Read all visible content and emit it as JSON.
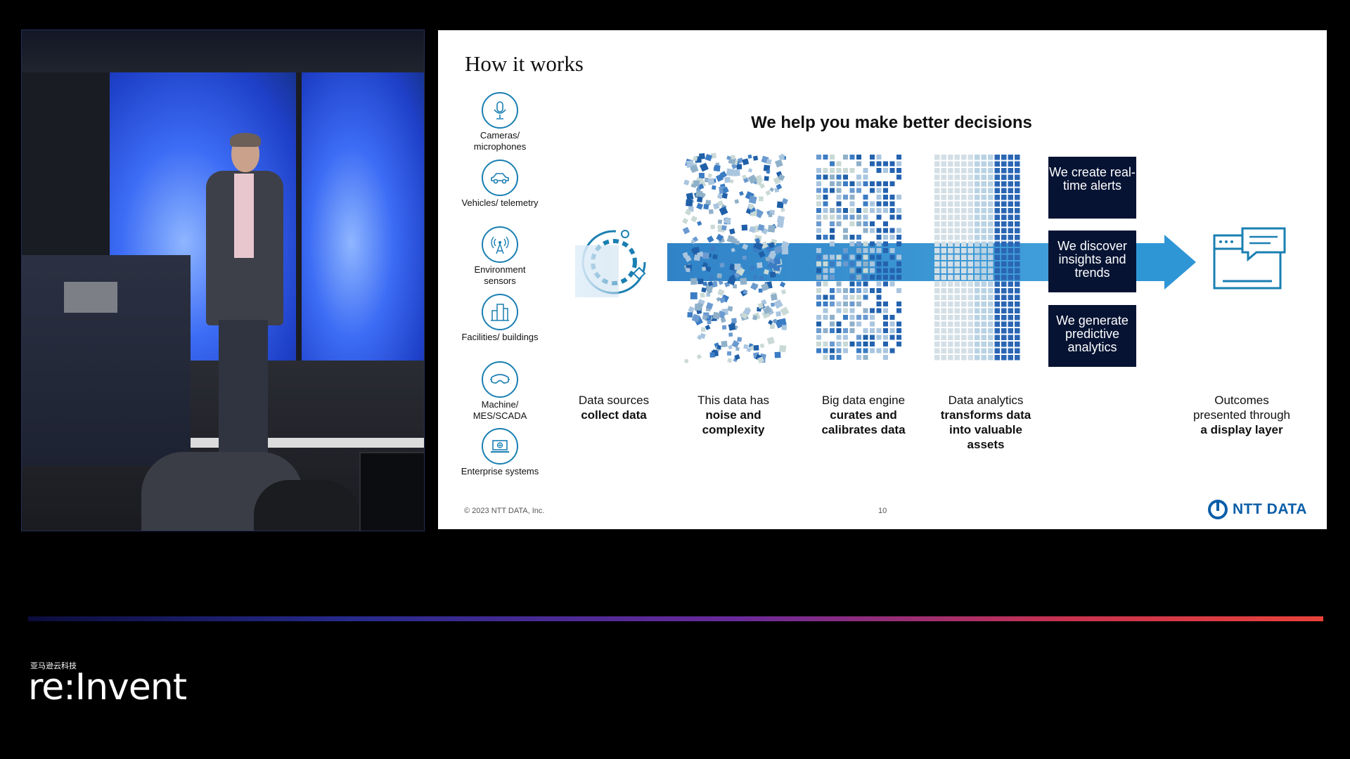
{
  "slide": {
    "title": "How it works",
    "headline": "We help you make better decisions",
    "sources": [
      {
        "label": "Cameras/ microphones",
        "icon": "microphone-icon"
      },
      {
        "label": "Vehicles/ telemetry",
        "icon": "car-icon"
      },
      {
        "label": "Environment sensors",
        "icon": "antenna-icon"
      },
      {
        "label": "Facilities/ buildings",
        "icon": "building-icon"
      },
      {
        "label": "Machine/ MES/SCADA",
        "icon": "vr-headset-icon"
      },
      {
        "label": "Enterprise systems",
        "icon": "laptop-icon"
      }
    ],
    "steps": [
      {
        "line1": "Data sources",
        "bold": "collect data"
      },
      {
        "line1": "This data has",
        "bold": "noise and complexity"
      },
      {
        "line1": "Big data engine",
        "bold": "curates and calibrates data"
      },
      {
        "line1": "Data analytics",
        "bold": "transforms data into valuable assets"
      },
      {
        "line1": "Outcomes presented through",
        "bold": "a display layer"
      }
    ],
    "outcomes": [
      "We create real-time alerts",
      "We discover insights and trends",
      "We generate predictive analytics"
    ],
    "footer_copyright": "© 2023 NTT DATA, Inc.",
    "page_number": "10",
    "logo_text": "NTT DATA",
    "colors": {
      "accent": "#1a7fb2",
      "arrow": "#2b8fd0",
      "dark_box": "#061333",
      "logo": "#0a5ea8"
    }
  },
  "branding": {
    "chinese_label": "亚马逊云科技",
    "event_logo": "re:Invent"
  }
}
